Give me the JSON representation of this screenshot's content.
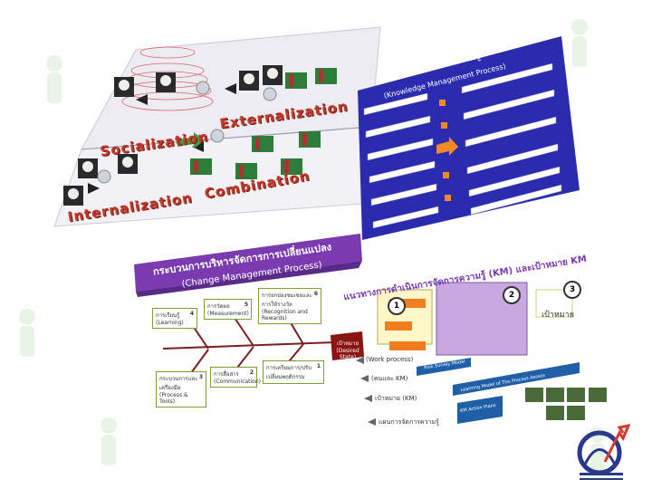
{
  "seci": {
    "socialization": "Socialization",
    "externalization": "Externalization",
    "internalization": "Internalization",
    "combination": "Combination"
  },
  "km_process": {
    "title_th": "กระบวนการจัดการความรู้",
    "title_en": "(Knowledge Management Process)"
  },
  "change_mgmt": {
    "title_th": "กระบวนการบริหารจัดการการเปลี่ยนแปลง",
    "title_en": "(Change Management Process)",
    "boxes": [
      {
        "num": "1",
        "label": "การเตรียมการ/ปรับเปลี่ยนพฤติกรรม"
      },
      {
        "num": "2",
        "label": "การสื่อสาร (Communication)"
      },
      {
        "num": "3",
        "label": "กระบวนการและเครื่องมือ (Process & Tools)"
      },
      {
        "num": "4",
        "label": "การเรียนรู้ (Learning)"
      },
      {
        "num": "5",
        "label": "การวัดผล (Measurement)"
      },
      {
        "num": "6",
        "label": "การยกย่องชมเชยและการให้รางวัล (Recognition and Rewards)"
      }
    ],
    "head": "เป้าหมาย (Desired State)"
  },
  "roadmap": {
    "title": "แนวทางการดำเนินการจัดการความรู้ (KM) และเป้าหมาย KM",
    "numbers": [
      "1",
      "2",
      "3"
    ],
    "steps": [
      "(Work process)",
      "(คนและ KM)",
      "เป้าหมาย (KM)",
      "แผนการจัดการความรู้"
    ],
    "status_items": [
      "Risk Survey Model",
      "Learning Model of The Process Assess",
      "KM Action Plans"
    ],
    "goal_label": "เป้าหมาย"
  }
}
